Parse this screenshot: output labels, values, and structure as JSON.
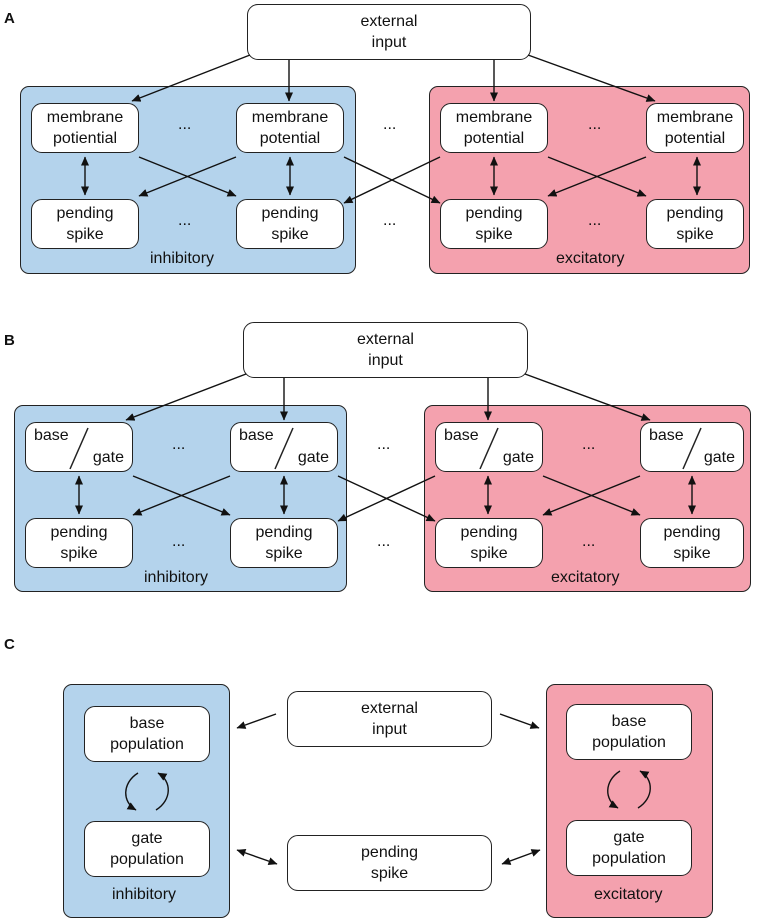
{
  "panels": {
    "a": {
      "letter": "A",
      "external": "external\ninput",
      "membrane": "membrane\npotiential",
      "membrane2": "membrane\npotential",
      "pending": "pending\nspike",
      "inhibitory": "inhibitory",
      "excitatory": "excitatory",
      "ellipsis": "..."
    },
    "b": {
      "letter": "B",
      "external": "external\ninput",
      "base": "base",
      "gate": "gate",
      "pending": "pending\nspike",
      "inhibitory": "inhibitory",
      "excitatory": "excitatory",
      "ellipsis": "..."
    },
    "c": {
      "letter": "C",
      "external": "external\ninput",
      "pending": "pending\nspike",
      "base_population": "base\npopulation",
      "gate_population": "gate\npopulation",
      "inhibitory": "inhibitory",
      "excitatory": "excitatory"
    }
  },
  "colors": {
    "inhibitory": "#b4d3ec",
    "excitatory": "#f4a1ae"
  }
}
